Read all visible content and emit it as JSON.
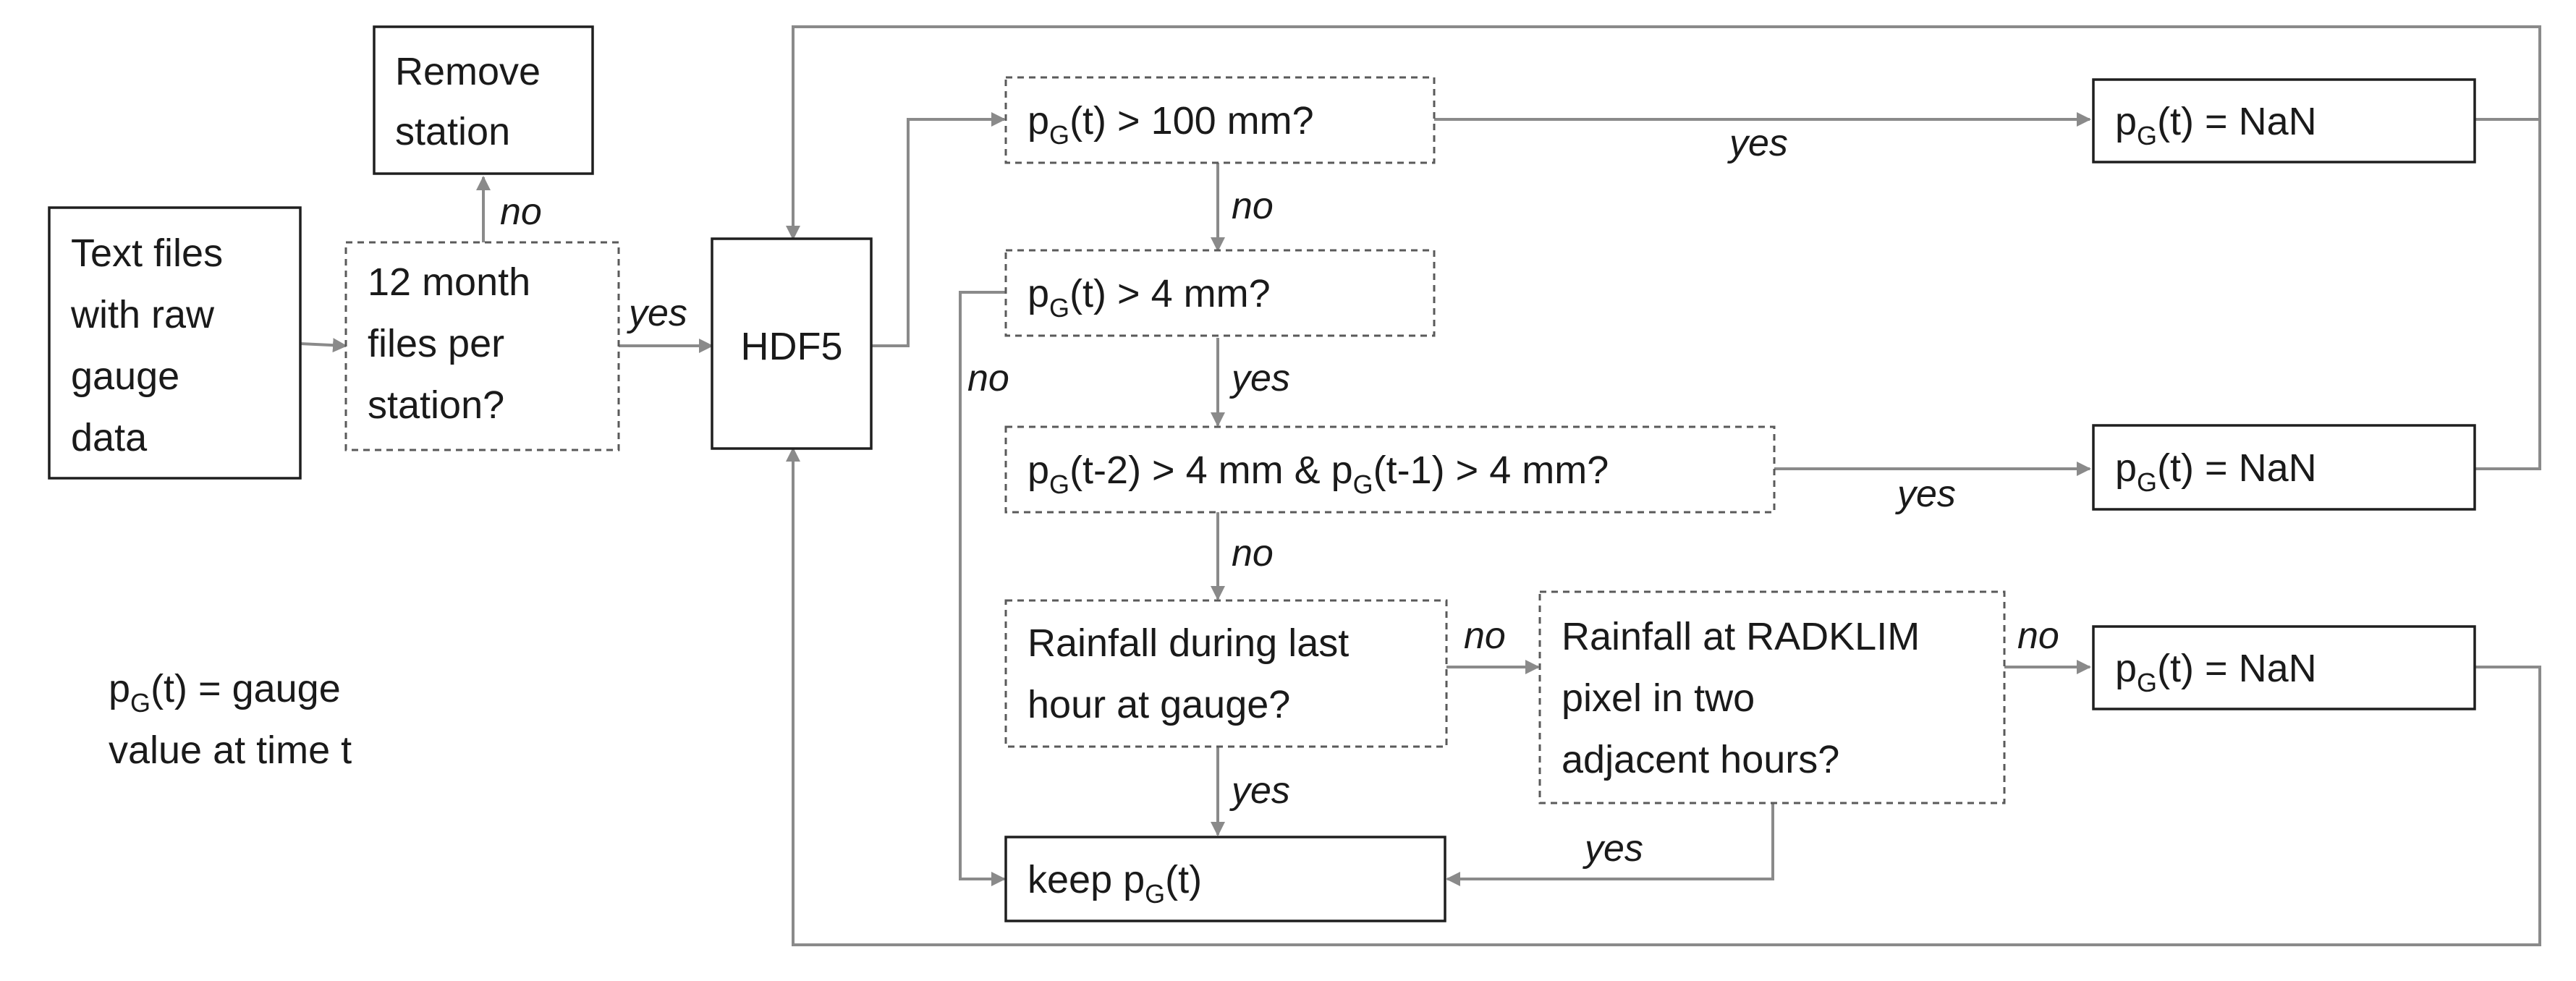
{
  "nodes": {
    "text_files": {
      "lines": [
        "Text files",
        "with raw",
        "gauge",
        "data"
      ]
    },
    "twelve_month": {
      "lines": [
        "12 month",
        "files per",
        "station?"
      ]
    },
    "remove_station": {
      "lines": [
        "Remove",
        "station"
      ]
    },
    "hdf5": {
      "label": "HDF5"
    },
    "q_gt100": {
      "p": "p",
      "g": "G",
      "rest": "(t) > 100 mm?"
    },
    "q_gt4": {
      "p": "p",
      "g": "G",
      "rest": "(t) > 4 mm?"
    },
    "q_prev": {
      "p1": "p",
      "g1": "G",
      "mid": "(t-2) > 4 mm & p",
      "g2": "G",
      "end": "(t-1) > 4 mm?"
    },
    "q_rain_gauge": {
      "lines": [
        "Rainfall during last",
        "hour at gauge?"
      ]
    },
    "q_rain_radklim": {
      "lines": [
        "Rainfall at RADKLIM",
        "pixel in two",
        "adjacent hours?"
      ]
    },
    "nan": {
      "p": "p",
      "g": "G",
      "rest": "(t) = NaN"
    },
    "keep": {
      "pre": "keep p",
      "g": "G",
      "rest": "(t)"
    }
  },
  "edge_labels": {
    "yes": "yes",
    "no": "no"
  },
  "legend": {
    "p": "p",
    "g": "G",
    "line1_rest": "(t) = gauge",
    "line2": "value at time t"
  }
}
